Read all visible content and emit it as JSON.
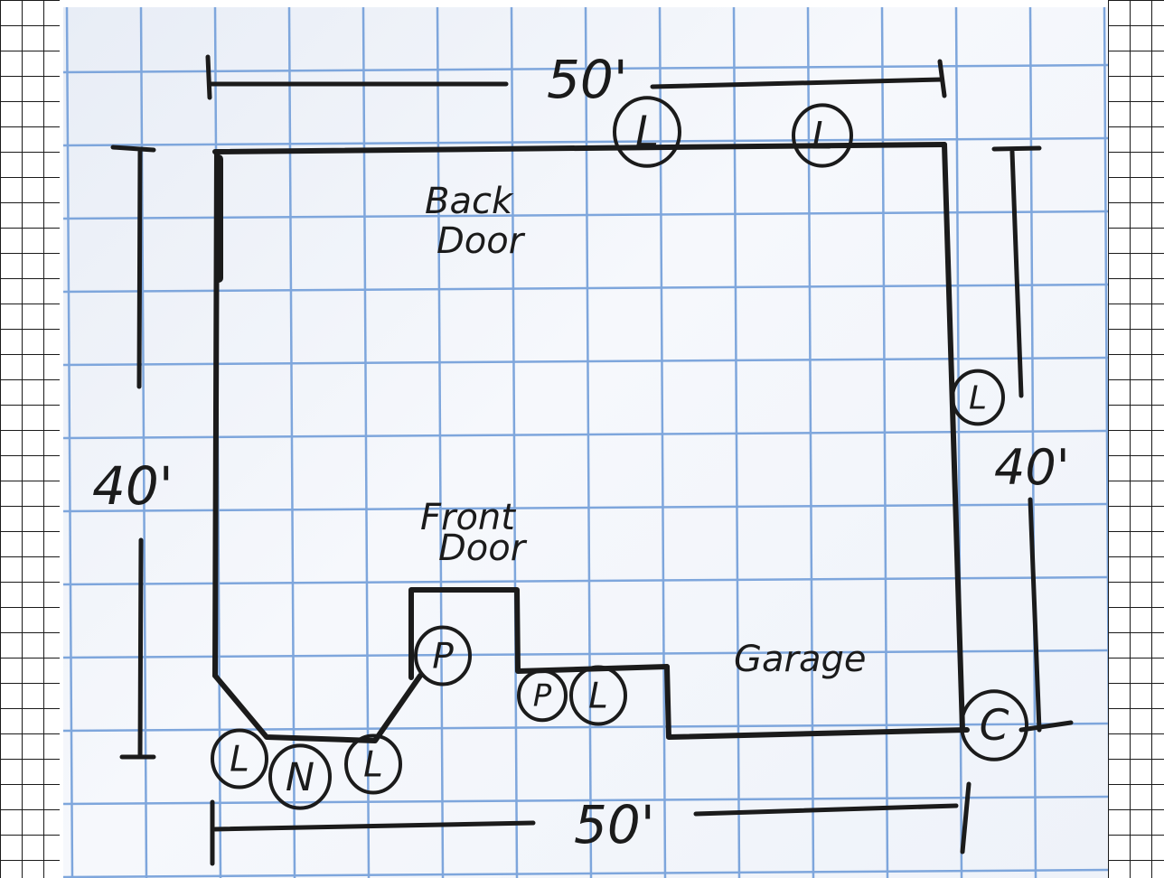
{
  "floor_plan": {
    "dimensions": {
      "top": "50'",
      "bottom": "50'",
      "left": "40'",
      "right": "40'"
    },
    "labels": {
      "back_door": [
        "Back",
        "Door"
      ],
      "front_door": [
        "Front",
        "Door"
      ],
      "garage": "Garage"
    },
    "markers": [
      {
        "id": "top-1",
        "letter": "L"
      },
      {
        "id": "top-2",
        "letter": "L"
      },
      {
        "id": "right-side",
        "letter": "L"
      },
      {
        "id": "bottom-left-1",
        "letter": "L"
      },
      {
        "id": "bottom-left-2",
        "letter": "N"
      },
      {
        "id": "bottom-left-3",
        "letter": "L"
      },
      {
        "id": "entry",
        "letter": "P"
      },
      {
        "id": "garage-1",
        "letter": "P"
      },
      {
        "id": "garage-2",
        "letter": "L"
      },
      {
        "id": "corner",
        "letter": "C"
      }
    ]
  },
  "colors": {
    "ink": "#1b1b1b",
    "grid_line": "#7ea6dc",
    "paper": "#eef2f9"
  }
}
